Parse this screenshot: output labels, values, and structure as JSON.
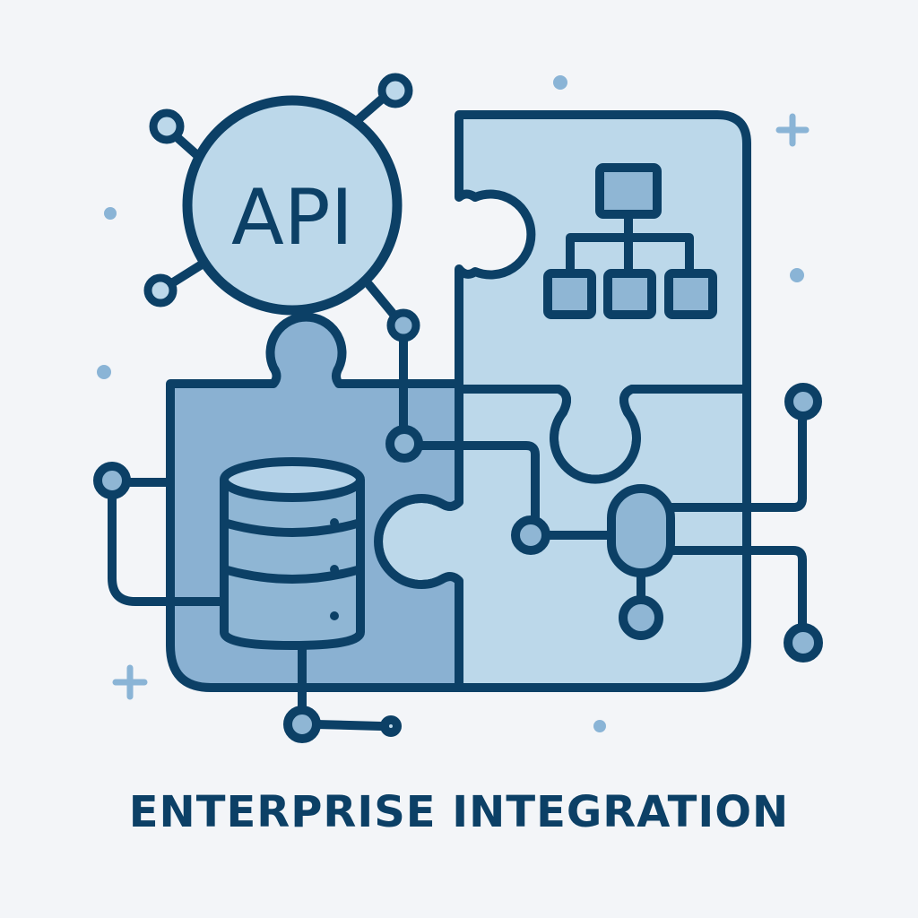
{
  "title": "ENTERPRISE INTEGRATION",
  "api_badge": {
    "label": "API"
  },
  "colors": {
    "background": "#f3f5f8",
    "stroke": "#0c4066",
    "fill_light": "#bcd8ea",
    "fill_mid": "#8fb6d4",
    "fill_dark_piece": "#8ab1d2",
    "accent_dots": "#8ab4d6"
  },
  "icons": [
    {
      "name": "api-hub-icon",
      "label": "API"
    },
    {
      "name": "org-chart-icon"
    },
    {
      "name": "database-icon"
    },
    {
      "name": "network-node-icon"
    },
    {
      "name": "puzzle-piece-icon"
    }
  ]
}
